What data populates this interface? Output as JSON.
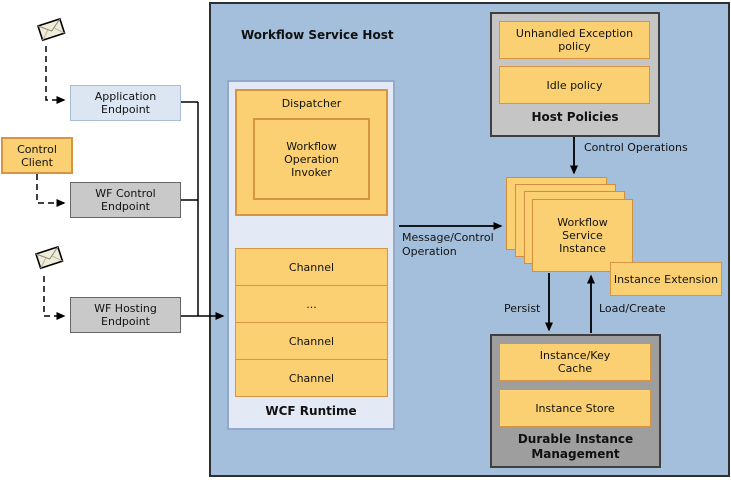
{
  "title": "Workflow Service Host",
  "clients": {
    "control_client": "Control Client",
    "application_endpoint": "Application Endpoint",
    "wf_control_endpoint": "WF Control Endpoint",
    "wf_hosting_endpoint": "WF Hosting Endpoint"
  },
  "wcf_runtime": {
    "label": "WCF Runtime",
    "dispatcher_label": "Dispatcher",
    "invoker_label": "Workflow Operation Invoker",
    "channels": [
      "Channel",
      "...",
      "Channel",
      "Channel"
    ]
  },
  "host_policies": {
    "label": "Host Policies",
    "unhandled_exception": "Unhandled Exception policy",
    "idle": "Idle policy"
  },
  "instances": {
    "workflow_service_instance": "Workflow Service Instance",
    "instance_extension": "Instance Extension"
  },
  "durable_instance_management": {
    "label": "Durable Instance Management",
    "instance_key_cache": "Instance/Key Cache",
    "instance_store": "Instance Store"
  },
  "flow_labels": {
    "control_operations": "Control Operations",
    "message_control_operation": "Message/Control Operation",
    "persist": "Persist",
    "load_create": "Load/Create"
  },
  "colors": {
    "host_background": "#A4BFDB",
    "orange_fill": "#FAD072",
    "orange_border": "#D79443",
    "runtime_fill": "#E4EAF5",
    "runtime_border": "#93A9C9",
    "application_endpoint_fill": "#DCE6F2",
    "endpoint_gray_fill": "#C9C9C9",
    "host_policies_fill": "#C5C5C5",
    "durable_fill": "#9E9E9E",
    "dark_border": "#3F3F3F"
  }
}
